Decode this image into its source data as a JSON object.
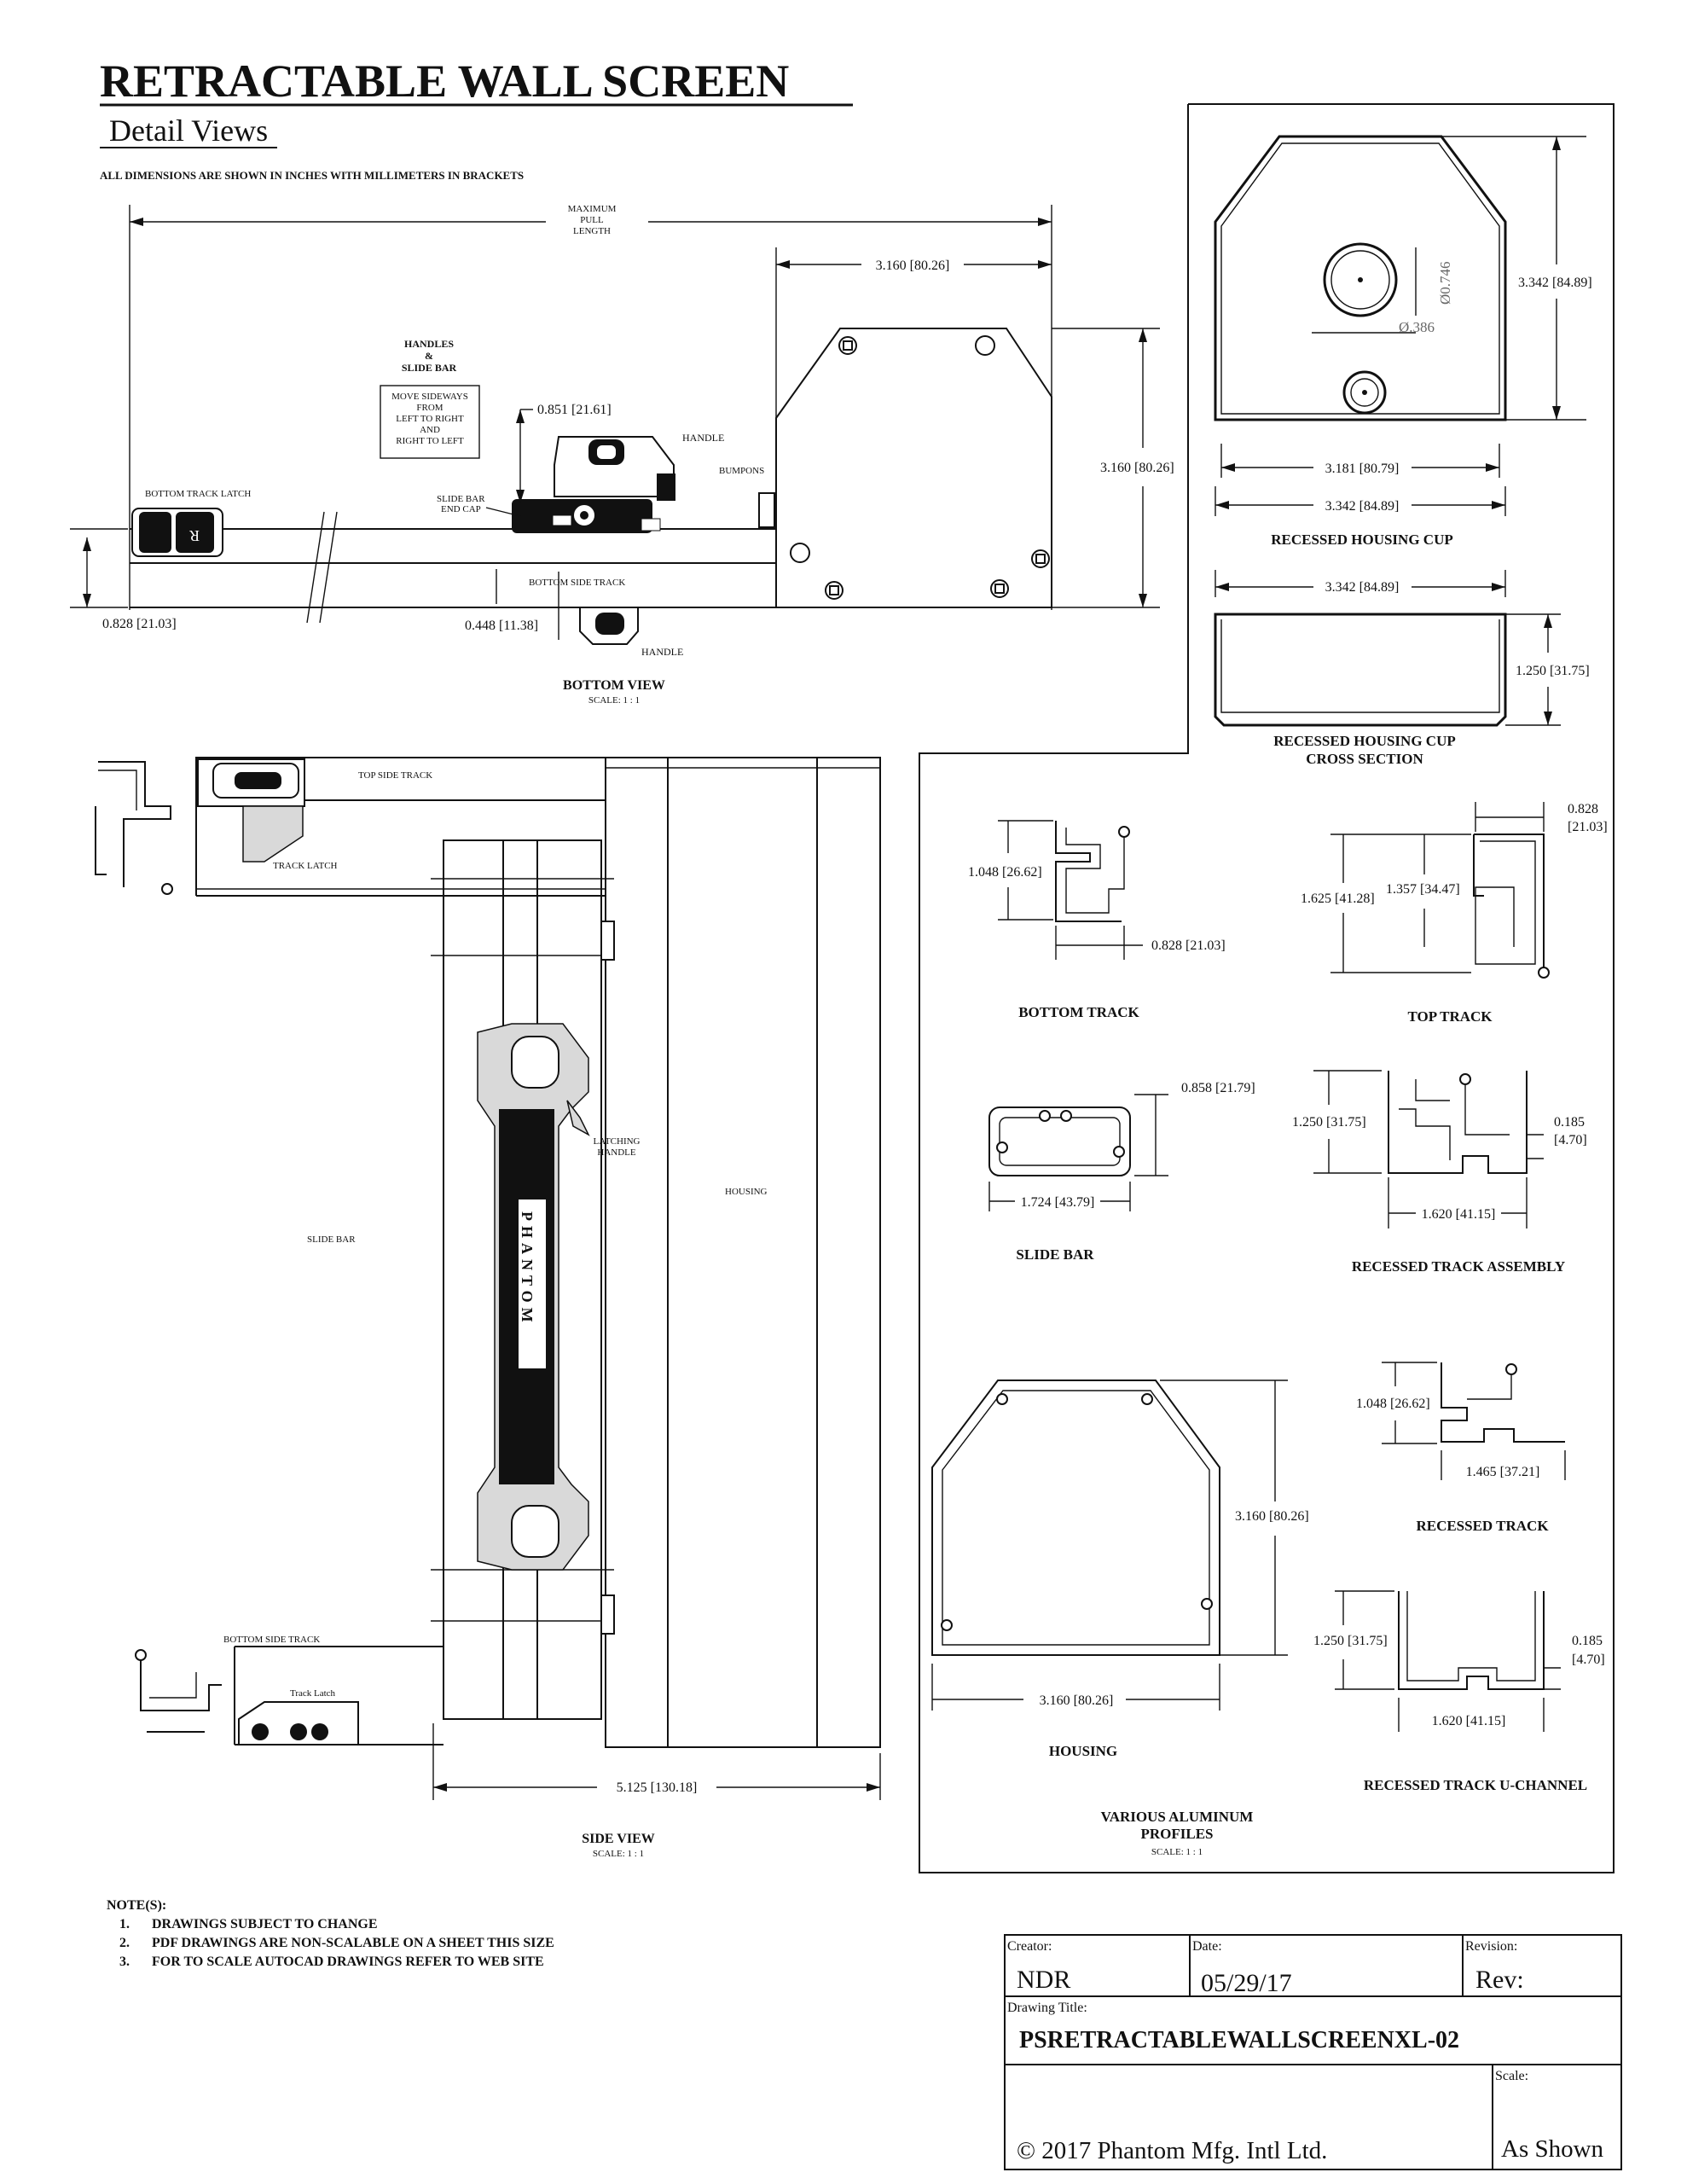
{
  "header": {
    "title": "RETRACTABLE WALL SCREEN",
    "subtitle": "Detail Views",
    "units_note": "ALL DIMENSIONS ARE SHOWN IN INCHES WITH MILLIMETERS IN BRACKETS"
  },
  "bottom_view": {
    "max_pull_lines": [
      "MAXIMUM",
      "PULL",
      "LENGTH"
    ],
    "dims": {
      "housing_width": "3.160 [80.26]",
      "handle_height": "0.851 [21.61]",
      "handle_depth": "0.448 [11.38]",
      "track_height": "0.828 [21.03]"
    },
    "labels": {
      "bottom_track_latch": "BOTTOM TRACK LATCH",
      "handle": "HANDLE",
      "slide_bar_end_cap": [
        "SLIDE BAR",
        "END CAP"
      ],
      "bottom_side_track": "BOTTOM SIDE TRACK",
      "bumpons": "BUMPONS"
    },
    "handles_note": [
      "HANDLES",
      "&",
      "SLIDE BAR"
    ],
    "move_note": [
      "MOVE SIDEWAYS",
      "FROM",
      "LEFT TO RIGHT",
      "AND",
      "RIGHT TO LEFT"
    ],
    "caption": "BOTTOM VIEW",
    "scale": "SCALE: 1 : 1"
  },
  "housing_cup": {
    "hole_large": "Ø0.746",
    "hole_small": "Ø.386",
    "dims": {
      "outer": "3.342 [84.89]",
      "inner": "3.181 [80.79]",
      "depth": "1.250 [31.75]"
    },
    "caption": "RECESSED HOUSING CUP",
    "section_caption": [
      "RECESSED HOUSING CUP",
      "CROSS SECTION"
    ]
  },
  "side_view": {
    "labels": {
      "top_side_track": "TOP SIDE TRACK",
      "track_latch": "TRACK LATCH",
      "housing": "HOUSING",
      "slide_bar": "SLIDE BAR",
      "latching_handle": [
        "LATCHING",
        "HANDLE"
      ],
      "bottom_side_track": "BOTTOM SIDE TRACK",
      "track_latch_lower": "Track Latch"
    },
    "logo": "PHANTOM",
    "dims": {
      "depth": "5.125 [130.18]"
    },
    "caption": "SIDE VIEW",
    "scale": "SCALE: 1 : 1"
  },
  "profiles": {
    "bottom_track": {
      "height": "1.048 [26.62]",
      "width": "0.828 [21.03]",
      "caption": "BOTTOM TRACK"
    },
    "top_track": {
      "width": "0.828",
      "width_mm": "[21.03]",
      "height": "1.625 [41.28]",
      "inner": "1.357 [34.47]",
      "caption": "TOP TRACK"
    },
    "slide_bar": {
      "height": "0.858 [21.79]",
      "width": "1.724 [43.79]",
      "caption": "SLIDE BAR"
    },
    "recessed_track_assembly": {
      "height": "1.250 [31.75]",
      "lip": "0.185",
      "lip_mm": "[4.70]",
      "width": "1.620 [41.15]",
      "caption": "RECESSED TRACK ASSEMBLY"
    },
    "housing": {
      "size": "3.160 [80.26]",
      "caption": "HOUSING"
    },
    "recessed_track": {
      "height": "1.048 [26.62]",
      "width": "1.465 [37.21]",
      "caption": "RECESSED TRACK"
    },
    "recessed_u_channel": {
      "height": "1.250 [31.75]",
      "lip": "0.185",
      "lip_mm": "[4.70]",
      "width": "1.620 [41.15]",
      "caption": "RECESSED TRACK U-CHANNEL"
    },
    "caption": [
      "VARIOUS ALUMINUM",
      "PROFILES"
    ],
    "scale": "SCALE: 1 : 1"
  },
  "notes": {
    "heading": "NOTE(S):",
    "items": [
      {
        "num": "1.",
        "text": "DRAWINGS SUBJECT TO CHANGE"
      },
      {
        "num": "2.",
        "text": "PDF DRAWINGS ARE NON-SCALABLE ON A SHEET THIS SIZE"
      },
      {
        "num": "3.",
        "text": "FOR TO SCALE AUTOCAD DRAWINGS REFER TO WEB SITE"
      }
    ]
  },
  "title_block": {
    "creator_label": "Creator:",
    "creator": "NDR",
    "date_label": "Date:",
    "date": "05/29/17",
    "revision_label": "Revision:",
    "revision": "Rev:",
    "drawing_title_label": "Drawing Title:",
    "drawing_title": "PSRETRACTABLEWALLSCREENXL-02",
    "copyright": "© 2017 Phantom Mfg. Intl Ltd.",
    "scale_label": "Scale:",
    "scale": "As Shown"
  }
}
